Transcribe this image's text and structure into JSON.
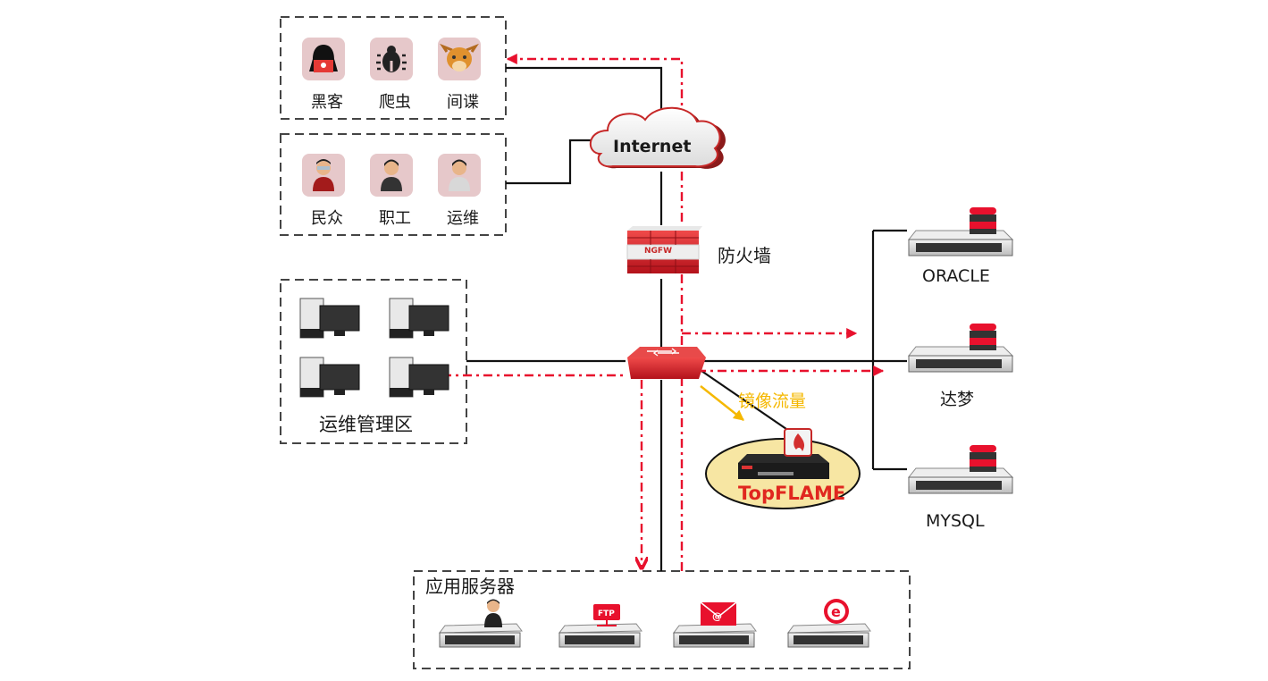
{
  "diagram": {
    "threat_group": {
      "items": [
        {
          "label": "黑客",
          "icon": "hacker-icon"
        },
        {
          "label": "爬虫",
          "icon": "bug-crawler-icon"
        },
        {
          "label": "间谍",
          "icon": "spy-mask-icon"
        }
      ]
    },
    "user_group": {
      "items": [
        {
          "label": "民众",
          "icon": "citizen-person-icon"
        },
        {
          "label": "职工",
          "icon": "employee-person-icon"
        },
        {
          "label": "运维",
          "icon": "ops-person-icon"
        }
      ]
    },
    "internet": {
      "label": "Internet"
    },
    "firewall": {
      "badge": "NGFW",
      "label": "防火墙"
    },
    "ops_zone": {
      "label": "运维管理区",
      "workstation_count": 4
    },
    "mirror": {
      "label": "镜像流量"
    },
    "topflame": {
      "label": "TopFLAME"
    },
    "databases": [
      {
        "label": "ORACLE"
      },
      {
        "label": "达梦"
      },
      {
        "label": "MYSQL"
      }
    ],
    "app_servers": {
      "label": "应用服务器",
      "items": [
        {
          "icon": "user-server-icon"
        },
        {
          "icon": "ftp-server-icon",
          "badge": "FTP"
        },
        {
          "icon": "mail-server-icon",
          "badge": "@"
        },
        {
          "icon": "web-server-icon",
          "badge": "e"
        }
      ]
    },
    "colors": {
      "attack_path": "#e8112d",
      "mirror_arrow": "#f5b800",
      "mirror_text": "#f5b800",
      "topflame_text": "#e0271f",
      "topflame_ellipse": "#f7e6a3",
      "tile_bg": "#e6c8ca",
      "line": "#111111",
      "group_border": "#444444"
    }
  }
}
